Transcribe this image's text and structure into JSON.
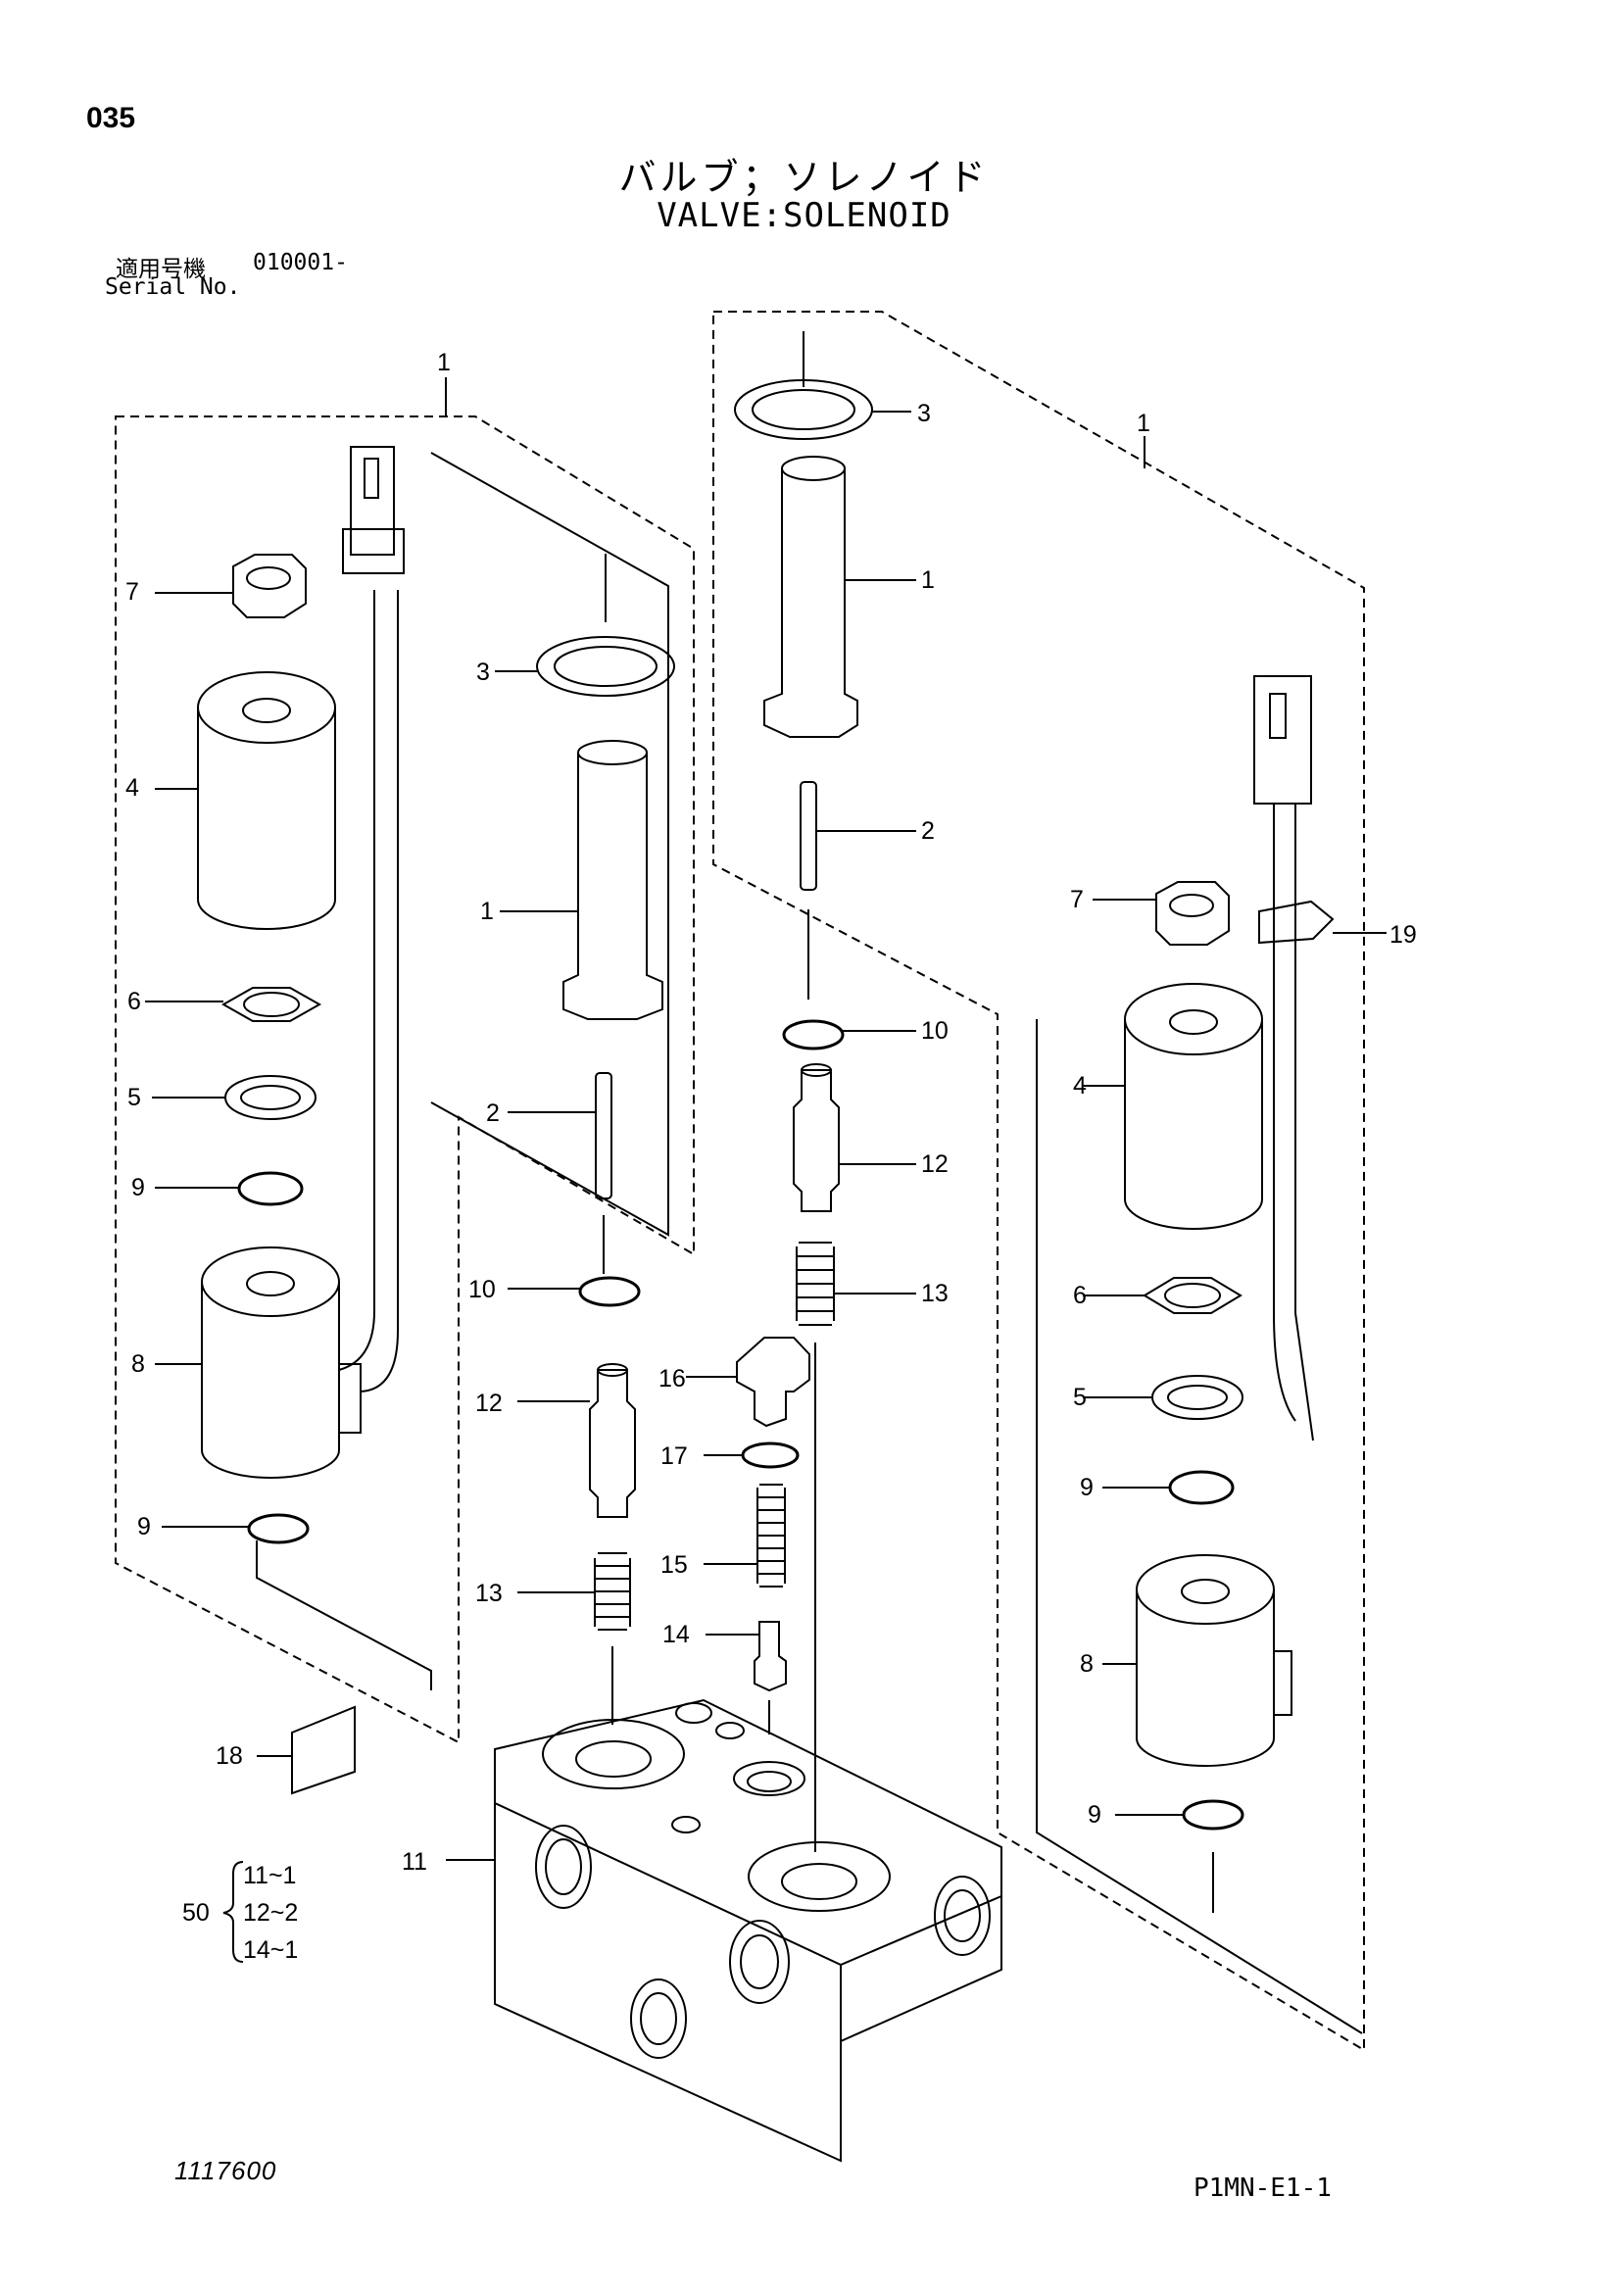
{
  "header": {
    "page_number": "035",
    "title_jp": "バルブ；ソレノイド",
    "title_en": "VALVE:SOLENOID",
    "serial_label_jp": "適用号機",
    "serial_value": "010001-",
    "serial_label_en": "Serial No."
  },
  "footer": {
    "drawing_number": "1117600",
    "diagram_code": "P1MN-E1-1"
  },
  "callouts": {
    "assy_left": "1",
    "assy_right": "1",
    "l_7": "7",
    "l_4": "4",
    "l_6": "6",
    "l_5": "5",
    "l_9a": "9",
    "l_8": "8",
    "l_9b": "9",
    "l_3": "3",
    "l_1": "1",
    "l_2": "2",
    "l_10": "10",
    "l_12": "12",
    "l_13": "13",
    "c_16": "16",
    "c_17": "17",
    "c_15": "15",
    "c_14": "14",
    "r_3": "3",
    "r_1": "1",
    "r_2": "2",
    "r_10": "10",
    "r_12": "12",
    "r_13": "13",
    "rr_7": "7",
    "rr_19": "19",
    "rr_4": "4",
    "rr_6": "6",
    "rr_5": "5",
    "rr_9a": "9",
    "rr_8": "8",
    "rr_9b": "9",
    "c_18": "18",
    "c_11": "11"
  },
  "kit": {
    "number": "50",
    "items": [
      "11~1",
      "12~2",
      "14~1"
    ]
  }
}
